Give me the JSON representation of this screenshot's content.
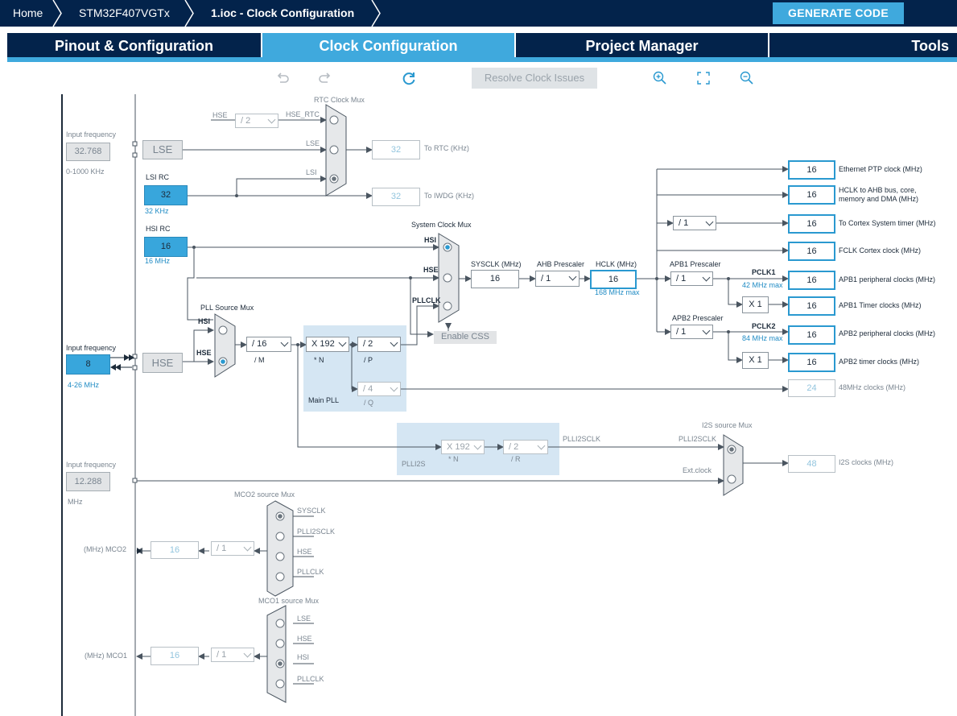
{
  "breadcrumb": {
    "items": [
      "Home",
      "STM32F407VGTx",
      "1.ioc - Clock Configuration"
    ]
  },
  "generate_button": "GENERATE CODE",
  "tabs": [
    {
      "label": "Pinout & Configuration",
      "active": false
    },
    {
      "label": "Clock Configuration",
      "active": true
    },
    {
      "label": "Project Manager",
      "active": false
    },
    {
      "label": "Tools",
      "active": false
    }
  ],
  "toolbar": {
    "undo": "undo-icon",
    "redo": "redo-icon",
    "reset": "refresh-icon",
    "resolve": "Resolve Clock Issues",
    "zoom_in": "zoom-in-icon",
    "fit": "fit-screen-icon",
    "zoom_out": "zoom-out-icon"
  },
  "colors": {
    "navy": "#03234b",
    "accent": "#3fa9dd",
    "pll_area": "#d5e6f3"
  },
  "inputs": {
    "lse": {
      "label": "Input frequency",
      "value": "32.768",
      "range": "0-1000 KHz",
      "name": "LSE"
    },
    "lsi": {
      "label": "LSI RC",
      "value": "32",
      "unit": "32 KHz"
    },
    "hsi": {
      "label": "HSI RC",
      "value": "16",
      "unit": "16 MHz"
    },
    "hse": {
      "label": "Input frequency",
      "value": "8",
      "range": "4-26 MHz",
      "name": "HSE"
    },
    "ext": {
      "label": "Input frequency",
      "value": "12.288",
      "unit": "MHz"
    }
  },
  "rtc": {
    "mux_title": "RTC Clock Mux",
    "hse_label": "HSE",
    "hse_div": "/ 2",
    "hse_rtc": "HSE_RTC",
    "lse": "LSE",
    "lsi": "LSI",
    "rtc_value": "32",
    "rtc_label": "To RTC (KHz)",
    "iwdg_value": "32",
    "iwdg_label": "To IWDG (KHz)"
  },
  "pll": {
    "source_mux_title": "PLL Source Mux",
    "hsi": "HSI",
    "hse": "HSE",
    "m_value": "/ 16",
    "m_label": "/ M",
    "n_value": "X 192",
    "n_label": "* N",
    "p_value": "/ 2",
    "p_label": "/ P",
    "q_value": "/ 4",
    "q_label": "/ Q",
    "main_pll": "Main PLL"
  },
  "sysclk": {
    "mux_title": "System Clock Mux",
    "hsi": "HSI",
    "hse": "HSE",
    "pllclk": "PLLCLK",
    "css": "Enable CSS",
    "sysclk_label": "SYSCLK (MHz)",
    "sysclk_value": "16",
    "ahb_label": "AHB Prescaler",
    "ahb_value": "/ 1",
    "hclk_label": "HCLK (MHz)",
    "hclk_value": "16",
    "hclk_max": "168 MHz max"
  },
  "apb": {
    "apb1_label": "APB1 Prescaler",
    "apb1_value": "/ 1",
    "pclk1": "PCLK1",
    "pclk1_max": "42 MHz max",
    "x1a": "X 1",
    "apb2_label": "APB2 Prescaler",
    "apb2_value": "/ 1",
    "pclk2": "PCLK2",
    "pclk2_max": "84 MHz max",
    "x1b": "X 1",
    "cortex_div": "/ 1"
  },
  "outputs": [
    {
      "value": "16",
      "label": "Ethernet PTP clock (MHz)"
    },
    {
      "value": "16",
      "label": "HCLK to AHB bus, core, memory and DMA (MHz)"
    },
    {
      "value": "16",
      "label": "To Cortex System timer (MHz)"
    },
    {
      "value": "16",
      "label": "FCLK Cortex clock (MHz)"
    },
    {
      "value": "16",
      "label": "APB1 peripheral clocks (MHz)"
    },
    {
      "value": "16",
      "label": "APB1 Timer clocks (MHz)"
    },
    {
      "value": "16",
      "label": "APB2 peripheral clocks (MHz)"
    },
    {
      "value": "16",
      "label": "APB2 timer clocks (MHz)"
    },
    {
      "value": "24",
      "label": "48MHz clocks (MHz)"
    }
  ],
  "plli2s": {
    "area_label": "PLLI2S",
    "n_value": "X 192",
    "n_label": "* N",
    "r_value": "/ 2",
    "r_label": "/ R",
    "clk": "PLLI2SCLK",
    "mux_title": "I2S source Mux",
    "mux_in1": "PLLI2SCLK",
    "mux_in2": "Ext.clock",
    "i2s_value": "48",
    "i2s_label": "I2S clocks (MHz)"
  },
  "mco2": {
    "mux_title": "MCO2 source Mux",
    "inputs": [
      "SYSCLK",
      "PLLI2SCLK",
      "HSE",
      "PLLCLK"
    ],
    "div": "/ 1",
    "value": "16",
    "label": "(MHz) MCO2"
  },
  "mco1": {
    "mux_title": "MCO1 source Mux",
    "inputs": [
      "LSE",
      "HSE",
      "HSI",
      "PLLCLK"
    ],
    "div": "/ 1",
    "value": "16",
    "label": "(MHz) MCO1"
  }
}
